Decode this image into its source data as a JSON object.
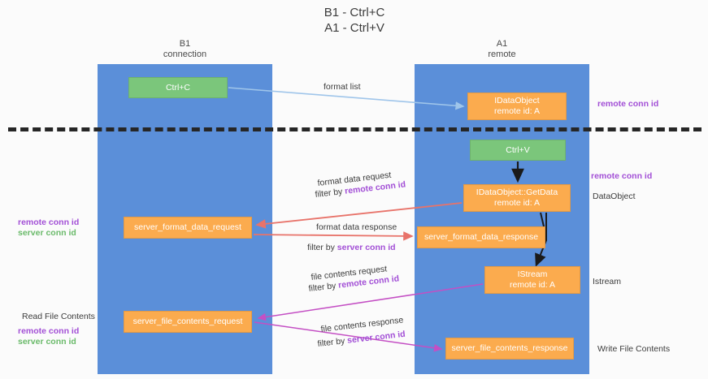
{
  "header": {
    "title": "B1 - Ctrl+C\nA1 - Ctrl+V"
  },
  "lanes": [
    {
      "id": "b1",
      "name": "B1",
      "subtitle": "connection",
      "title": "B1\nconnection",
      "color": "#5b8fd9"
    },
    {
      "id": "a1",
      "name": "A1",
      "subtitle": "remote",
      "title": "A1\nremote",
      "color": "#5b8fd9"
    }
  ],
  "nodes": {
    "ctrl_c": {
      "line1": "Ctrl+C",
      "line2": "",
      "color": "#7bc67b"
    },
    "ctrl_v": {
      "line1": "Ctrl+V",
      "line2": "",
      "color": "#7bc67b"
    },
    "idataobject": {
      "line1": "IDataObject",
      "line2": "remote id: A",
      "color": "#fbab4e"
    },
    "getdata": {
      "line1": "IDataObject::GetData",
      "line2": "remote id: A",
      "color": "#fbab4e"
    },
    "fmt_request": {
      "line1": "server_format_data_request",
      "line2": "",
      "color": "#fbab4e"
    },
    "fmt_response": {
      "line1": "server_format_data_response",
      "line2": "",
      "color": "#fbab4e"
    },
    "istream": {
      "line1": "IStream",
      "line2": "remote id: A",
      "color": "#fbab4e"
    },
    "file_request": {
      "line1": "server_file_contents_request",
      "line2": "",
      "color": "#fbab4e"
    },
    "file_response": {
      "line1": "server_file_contents_response",
      "line2": "",
      "color": "#fbab4e"
    }
  },
  "edge_labels": {
    "format_list": "format list",
    "format_data_request": "format data request",
    "format_data_request_filter_prefix": "filter by ",
    "format_data_request_filter_key": "remote conn id",
    "format_data_response": "format data response",
    "format_data_response_filter_prefix": "filter by ",
    "format_data_response_filter_key": "server conn id",
    "file_contents_request": "file contents request",
    "file_contents_request_filter_prefix": "filter by ",
    "file_contents_request_filter_key": "remote conn id",
    "file_contents_response": "file contents response",
    "file_contents_response_filter_prefix": "filter by ",
    "file_contents_response_filter_key": "server conn id"
  },
  "side_labels": {
    "right_remote_conn_id_top": "remote conn id",
    "right_remote_conn_id_mid": "remote conn id",
    "right_dataobject": "DataObject",
    "right_istream": "Istream",
    "right_write_file_contents": "Write File Contents",
    "left_remote_conn_id": "remote conn id",
    "left_server_conn_id": "server conn id",
    "left_read_file_contents": "Read File Contents",
    "left_remote_conn_id_2": "remote conn id",
    "left_server_conn_id_2": "server conn id"
  },
  "colors": {
    "lane": "#5b8fd9",
    "green_node": "#7bc67b",
    "orange_node": "#fbab4e",
    "purple_text": "#a24fd6",
    "green_text": "#6aba6a",
    "arrow_blue": "#9fc5ea",
    "arrow_red": "#e8736a",
    "arrow_magenta": "#c44fc4",
    "arrow_black": "#1a1a1a",
    "separator": "#262626",
    "background": "#fbfbfb"
  }
}
